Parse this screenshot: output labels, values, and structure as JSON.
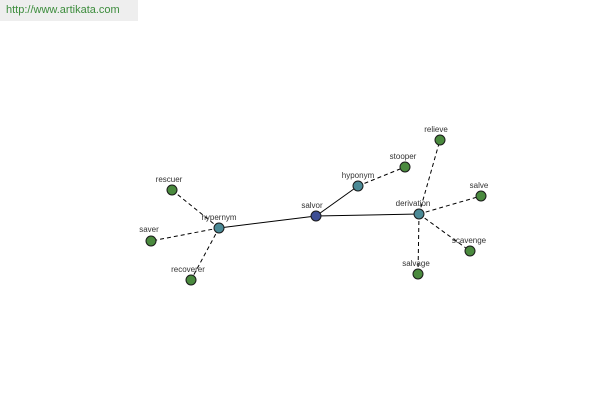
{
  "header": {
    "url": "http://www.artikata.com"
  },
  "graph": {
    "center": {
      "label": "salvor"
    },
    "relations": [
      {
        "label": "hypernym",
        "words": [
          "rescuer",
          "saver",
          "recoverer"
        ]
      },
      {
        "label": "hyponym",
        "words": [
          "stooper"
        ]
      },
      {
        "label": "derivation",
        "words": [
          "relieve",
          "salve",
          "scavenge",
          "salvage"
        ]
      }
    ]
  },
  "colors": {
    "center": "#3e4e94",
    "relation": "#4b8a96",
    "word": "#4a8a3e",
    "link_text": "#3c8c3c",
    "header_background": "#eeeeee"
  }
}
